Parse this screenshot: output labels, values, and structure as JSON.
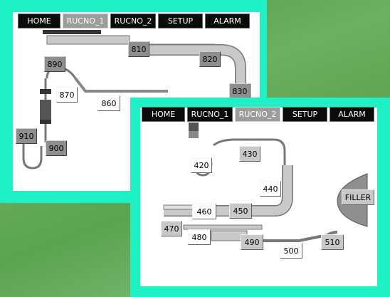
{
  "screen1": {
    "tabs": [
      {
        "label": "HOME",
        "active": false
      },
      {
        "label": "RUCNO_1",
        "active": true
      },
      {
        "label": "RUCNO_2",
        "active": false
      },
      {
        "label": "SETUP",
        "active": false
      },
      {
        "label": "ALARM",
        "active": false
      }
    ],
    "stations": {
      "s810": "810",
      "s820": "820",
      "s830": "830",
      "s890": "890",
      "s870": "870",
      "s860": "860",
      "s910": "910",
      "s900": "900"
    }
  },
  "screen2": {
    "tabs": [
      {
        "label": "HOME",
        "active": false
      },
      {
        "label": "RUCNO_1",
        "active": false
      },
      {
        "label": "RUCNO_2",
        "active": true
      },
      {
        "label": "SETUP",
        "active": false
      },
      {
        "label": "ALARM",
        "active": false
      }
    ],
    "stations": {
      "s430": "430",
      "s420": "420",
      "s440": "440",
      "s460": "460",
      "s450": "450",
      "s470": "470",
      "s480": "480",
      "s490": "490",
      "s500": "500",
      "s510": "510"
    },
    "filler_label": "FILLER"
  },
  "colors": {
    "frame": "#1ef2c4",
    "tab_bg": "#0b0b0b",
    "tab_active": "#9c9c9c",
    "conveyor": "#c9c9c9"
  }
}
